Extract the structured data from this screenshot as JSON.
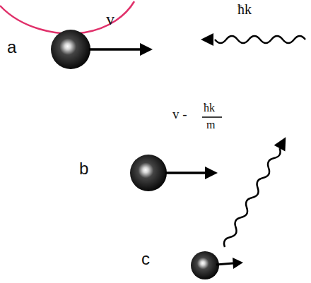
{
  "diagram": {
    "labels": [
      "a",
      "v",
      "ħk",
      "b",
      "v -",
      "ħk",
      "m",
      "c"
    ]
  }
}
